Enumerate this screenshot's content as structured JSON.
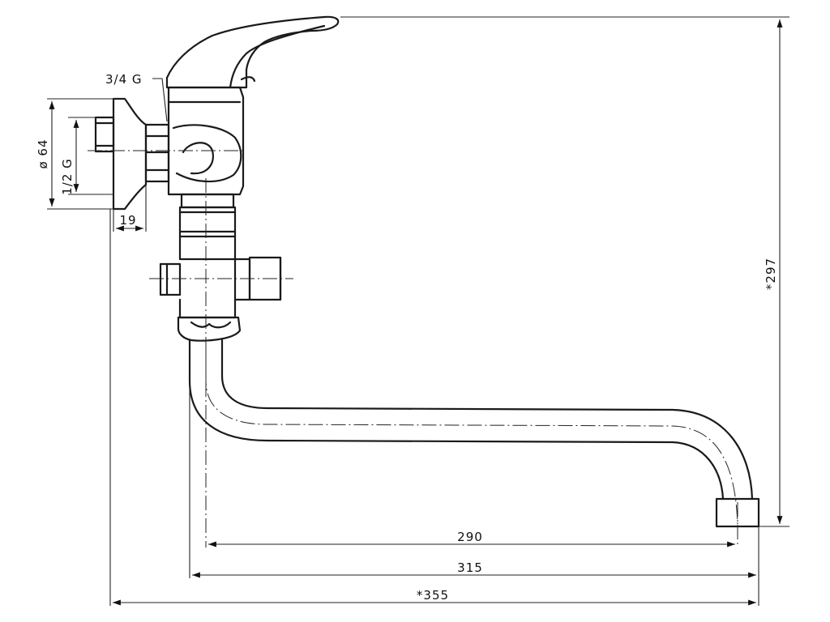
{
  "labels": {
    "thread_top": "3/4 G",
    "diameter": "ø 64",
    "thread_side": "1/2 G",
    "flange": "19",
    "height": "*297",
    "reach_290": "290",
    "reach_315": "315",
    "reach_355": "*355"
  }
}
